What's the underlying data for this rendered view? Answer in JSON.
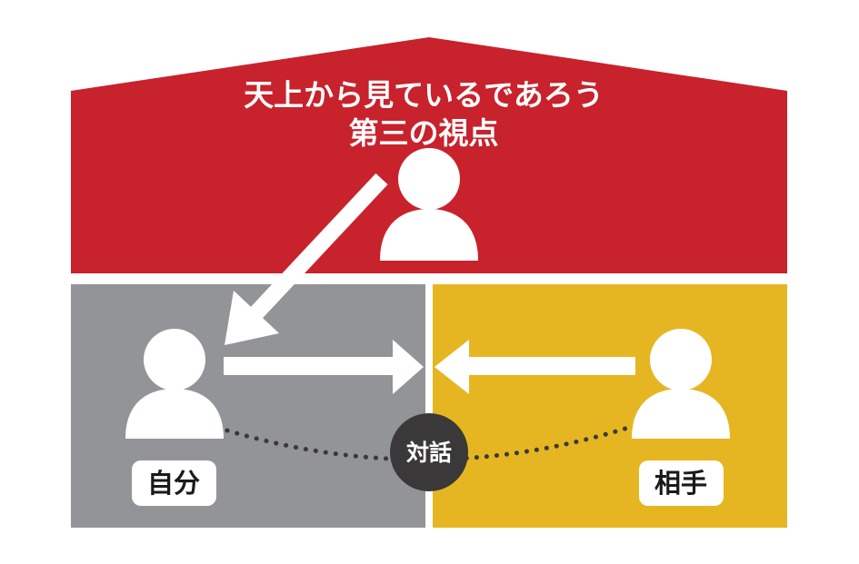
{
  "roof": {
    "title_line1": "天上から見ているであろう",
    "title_line2": "第三の視点"
  },
  "left": {
    "label": "自分"
  },
  "right": {
    "label": "相手"
  },
  "center": {
    "label": "対話"
  },
  "colors": {
    "roof": "#c8222c",
    "left_box": "#929497",
    "right_box": "#e6b622",
    "dialogue_circle": "#3a3839",
    "dots": "#3a3839",
    "person": "#ffffff",
    "arrow": "#ffffff"
  },
  "icons": {
    "observer": "person-icon",
    "self": "person-icon",
    "other": "person-icon"
  }
}
